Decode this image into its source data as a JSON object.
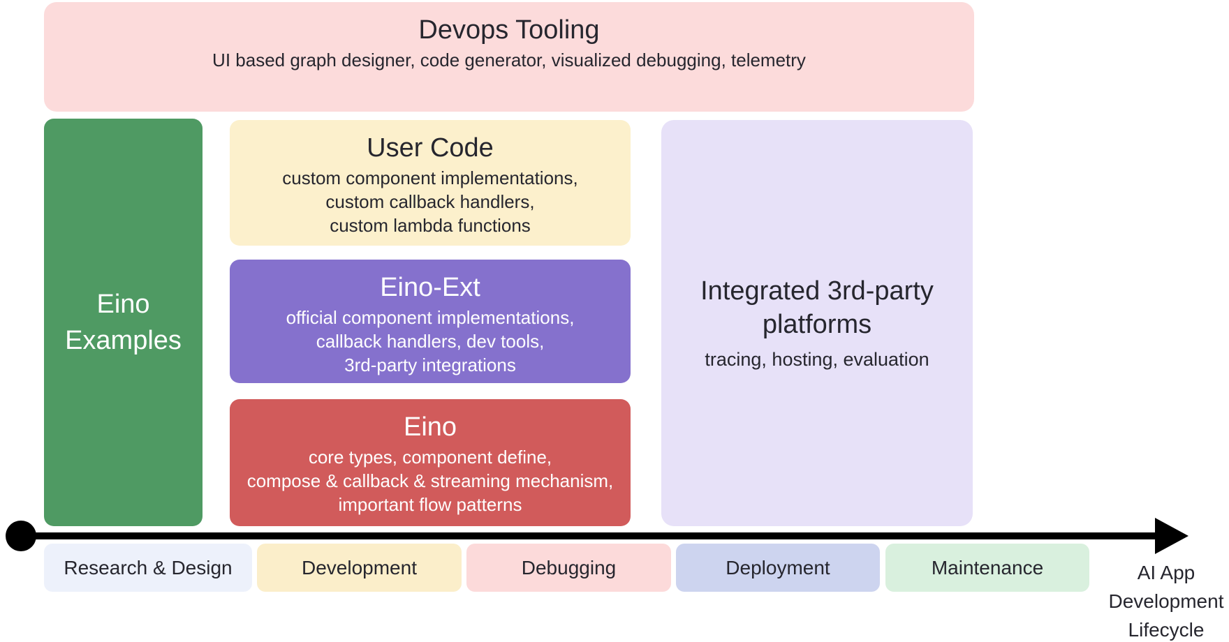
{
  "colors": {
    "devops_bg": "#fcdbdb",
    "examples_bg": "#4f9a63",
    "user_code_bg": "#fcf0cc",
    "eino_ext_bg": "#8571cd",
    "eino_core_bg": "#d15b5b",
    "platforms_bg": "#e7e1f8",
    "arrow": "#000000",
    "dark_text": "#26262e",
    "light_text": "#fefefe"
  },
  "devops_tooling": {
    "title": "Devops Tooling",
    "subtitle": "UI based graph designer, code generator, visualized debugging, telemetry"
  },
  "eino_examples": {
    "title_lines": [
      "Eino",
      "Examples"
    ]
  },
  "user_code": {
    "title": "User Code",
    "lines": [
      "custom component implementations,",
      "custom callback handlers,",
      "custom lambda functions"
    ]
  },
  "eino_ext": {
    "title": "Eino-Ext",
    "lines": [
      "official component implementations,",
      "callback handlers, dev tools,",
      "3rd-party integrations"
    ]
  },
  "eino_core": {
    "title": "Eino",
    "lines": [
      "core types, component define,",
      "compose & callback & streaming mechanism,",
      "important flow patterns"
    ]
  },
  "platforms": {
    "title_lines": [
      "Integrated 3rd-party",
      "platforms"
    ],
    "subtitle": "tracing, hosting, evaluation"
  },
  "timeline": {
    "stages": [
      {
        "label": "Research & Design",
        "color": "#edf1fb"
      },
      {
        "label": "Development",
        "color": "#fbeeca"
      },
      {
        "label": "Debugging",
        "color": "#fcdada"
      },
      {
        "label": "Deployment",
        "color": "#cdd4ef"
      },
      {
        "label": "Maintenance",
        "color": "#d9f0de"
      }
    ],
    "axis_label_lines": [
      "AI App",
      "Development",
      "Lifecycle"
    ]
  }
}
